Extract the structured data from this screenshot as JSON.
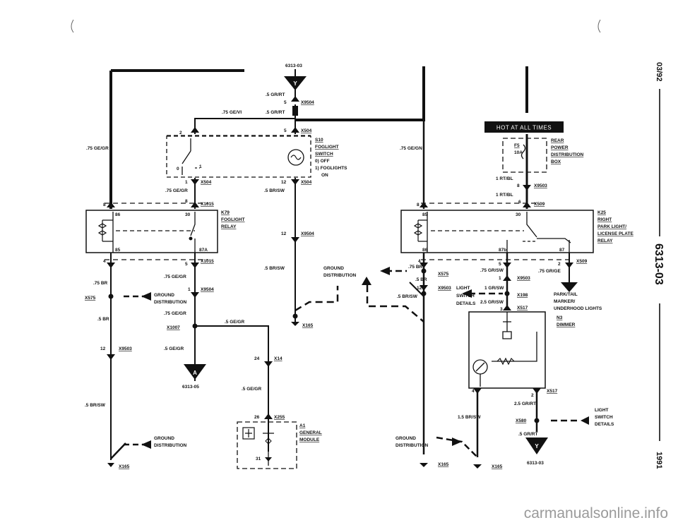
{
  "page": {
    "side_top": "03/92",
    "side_mid": "6313-03",
    "side_bottom": "1991",
    "watermark": "carmanualsonline.info",
    "hot_at_all_times": "HOT AT ALL TIMES"
  },
  "labels": {
    "ref_6313_03_top": "6313-03",
    "conn_y_top": "Y",
    "w_5grrt_a": ".5 GR/RT",
    "pin5_a": "5",
    "x9504_a": "X9504",
    "w_75gevi": ".75 GE/VI",
    "w_5grrt_b": ".5 GR/RT",
    "pin2_s10": "2",
    "pin5_s10": "5",
    "x504_top": "X504",
    "w_75gegr_left": ".75 GE/GR",
    "s10_name": "S10",
    "s10_l1": "FOGLIGHT",
    "s10_l2": "SWITCH",
    "s10_l3": "0) OFF",
    "s10_l4": "1) FOGLIGHTS",
    "s10_l5": "ON",
    "sw_pos0": "0",
    "sw_pos1": "1",
    "pin1_x504": "1",
    "x504_l": "X504",
    "pin12_x504": "12",
    "x504_r": "X504",
    "w_75gegr_b": ".75 GE/GR",
    "w_5brsw_a": ".5 BR/SW",
    "pin8_k79": "8",
    "pin8_x1015": "8",
    "x1015_a": "X1015",
    "k79_name": "K79",
    "k79_l1": "FOGLIGHT",
    "k79_l2": "RELAY",
    "pin86_k79": "86",
    "pin30_k79": "30",
    "pin85_k79": "85",
    "pin87a_k79": "87A",
    "pin12_x9504": "12",
    "x9504_b": "X9504",
    "pin4_k79": "4",
    "pin5_x1015": "5",
    "x1015_b": "X1015",
    "w_5brsw_b": ".5 BR/SW",
    "w_75br": ".75 BR",
    "w_75gegr_c": ".75 GE/GR",
    "pin1_x9504": "1",
    "x9504_c": "X9504",
    "x575_l": "X575",
    "gnd_dist_a1": "GROUND",
    "gnd_dist_a2": "DISTRIBUTION",
    "w_5br_l": ".5 BR",
    "w_75gegr_d": ".75 GE/GR",
    "w_5gegr_a": ".5 GE/GR",
    "x1007": "X1007",
    "pin12_x9503": "12",
    "x9503_l": "X9503",
    "w_5gegr_b": ".5 GE/GR",
    "conn_a": "A",
    "ref_6313_05": "6313-05",
    "pin24_x14": "24",
    "x14": "X14",
    "w_5gegr_c": ".5 GE/GR",
    "w_5brsw_c": ".5 BR/SW",
    "pin26_x255": "26",
    "x255": "X255",
    "a1_name": "A1",
    "a1_l1": "GENERAL",
    "a1_l2": "MODULE",
    "pin31": "31",
    "gnd_dist_b1": "GROUND",
    "gnd_dist_b2": "DISTRIBUTION",
    "x165_l": "X165",
    "x165_m": "X165",
    "gnd_dist_c1": "GROUND",
    "gnd_dist_c2": "DISTRIBUTION",
    "w_75gegn": ".75 GE/GN",
    "f5_name": "F5",
    "f5_amp": "10A",
    "rpd_l1": "REAR",
    "rpd_l2": "POWER",
    "rpd_l3": "DISTRIBUTION",
    "rpd_l4": "BOX",
    "w_1rtbl_a": "1 RT/BL",
    "pin8_x9503": "8",
    "x9503_r": "X9503",
    "w_1rtbl_b": "1 RT/BL",
    "pin8_k25": "8",
    "pin6_x509": "6",
    "x509_a": "X509",
    "k25_name": "K25",
    "k25_l1": "RIGHT",
    "k25_l2": "PARK LIGHT/",
    "k25_l3": "LICENSE PLATE",
    "k25_l4": "RELAY",
    "pin85_k25": "85",
    "pin30_k25": "30",
    "pin86_k25": "86",
    "pin87b_k25": "87b",
    "pin87_k25": "87",
    "pin4_k25": "4",
    "pin5_k25": "5",
    "pin2_x509": "2",
    "x509_b": "X509",
    "w_75br_r": ".75 BR",
    "x575_r": "X575",
    "w_75grsw": ".75 GR/SW",
    "w_75grge": ".75 GR/GE",
    "w_5br_r": ".5 BR",
    "pin1_x9503": "1",
    "x9503_m": "X9503",
    "pin12_r": "12",
    "x9503_b": "X9503",
    "lsd_a1": "LIGHT",
    "lsd_a2": "SWITCH",
    "lsd_a3": "DETAILS",
    "w_1grsw": "1 GR/SW",
    "x198": "X198",
    "w_25grsw": "2.5 GR/SW",
    "pin3_x517": "3",
    "x517_a": "X517",
    "w_5brsw_d": ".5 BR/SW",
    "park_l1": "PARK/TAIL",
    "park_l2": "MARKER/",
    "park_l3": "UNDERHOOD LIGHTS",
    "n3_name": "N3",
    "n3_l1": "DIMMER",
    "pin4_n3": "4",
    "pin2_x517": "2",
    "x517_b": "X517",
    "w_25grrt": "2.5 GR/RT",
    "w_15brsw": "1.5 BR/SW",
    "x580": "X580",
    "lsd_b1": "LIGHT",
    "lsd_b2": "SWITCH",
    "lsd_b3": "DETAILS",
    "w_5grrt_c": ".5 GR/RT",
    "conn_y_bot": "Y",
    "ref_6313_03_bot": "6313-03",
    "x165_r": "X165",
    "x165_rr": "X165"
  }
}
